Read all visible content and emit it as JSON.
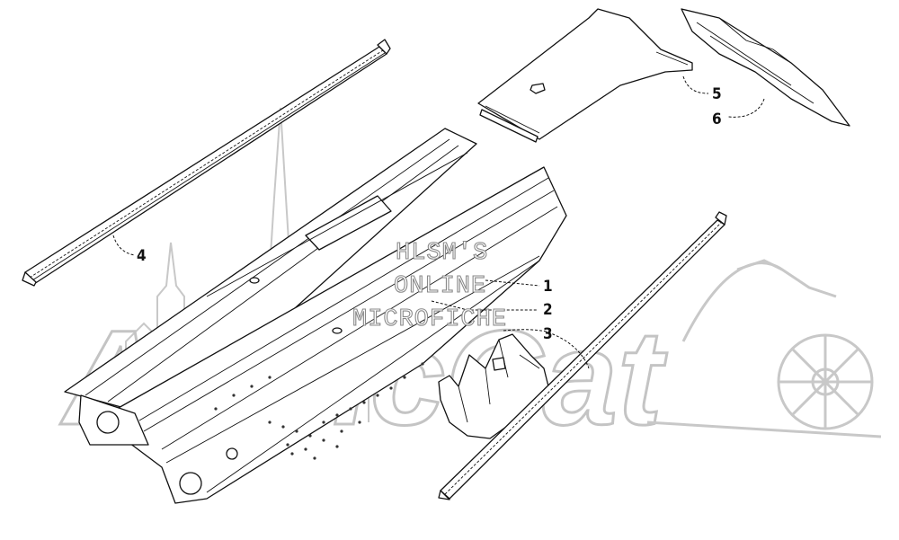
{
  "diagram": {
    "callouts": [
      {
        "label": "1"
      },
      {
        "label": "2"
      },
      {
        "label": "3"
      },
      {
        "label": "4"
      },
      {
        "label": "5"
      },
      {
        "label": "6"
      }
    ]
  },
  "watermark": {
    "lines": [
      "HLSM'S",
      "ONLINE",
      "MICROFICHE"
    ],
    "logo_text": "ArcticCat"
  },
  "colors": {
    "line": "#111111",
    "watermark": "#c4c4c4"
  }
}
